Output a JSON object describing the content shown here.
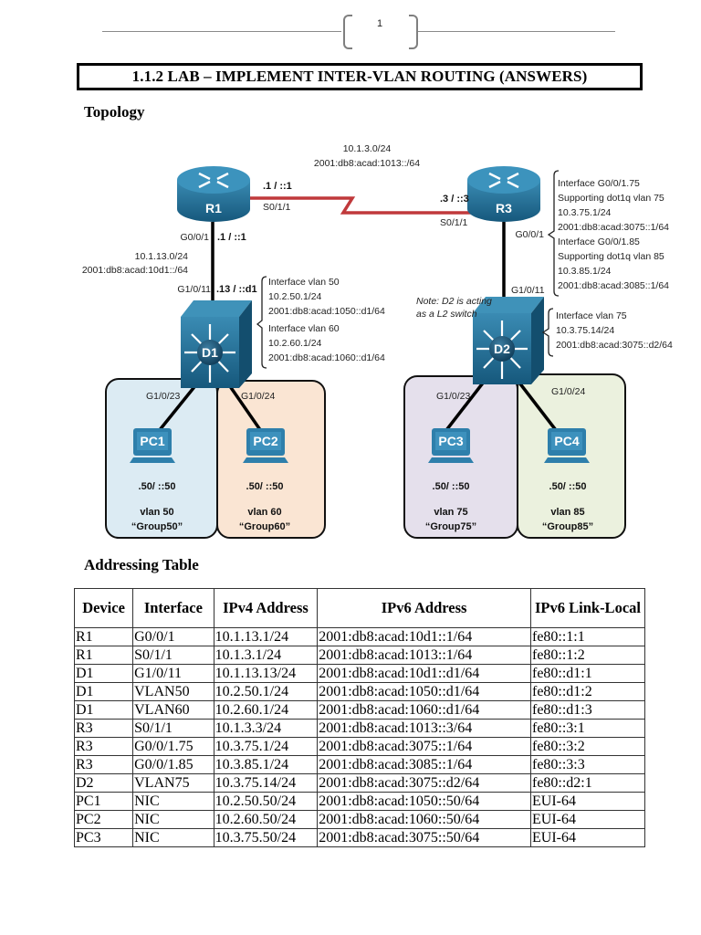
{
  "header": {
    "page_number": "1"
  },
  "title": "1.1.2 LAB – IMPLEMENT INTER-VLAN ROUTING (ANSWERS)",
  "sections": {
    "topology": "Topology",
    "addressing": "Addressing Table"
  },
  "topology": {
    "colors": {
      "device_blue": "#1f6e96",
      "serial_link": "#c0393b",
      "vlan50_bg": "#dcebf3",
      "vlan60_bg": "#fae5d3",
      "vlan75_bg": "#e5e0ec",
      "vlan85_bg": "#ebf1de"
    },
    "devices": {
      "r1": "R1",
      "r3": "R3",
      "d1": "D1",
      "d2": "D2",
      "pc1": "PC1",
      "pc2": "PC2",
      "pc3": "PC3",
      "pc4": "PC4"
    },
    "serial_net": {
      "ipv4": "10.1.3.0/24",
      "ipv6": "2001:db8:acad:1013::/64"
    },
    "r1_d1_net": {
      "ipv4": "10.1.13.0/24",
      "ipv6": "2001:db8:acad:10d1::/64"
    },
    "labels": {
      "r1_s011_addr": ".1 / ::1",
      "r1_s011_port": "S0/1/1",
      "r3_s011_addr": ".3 / ::3",
      "r3_s011_port": "S0/1/1",
      "r1_g001_port": "G0/0/1",
      "r1_g001_addr": ".1 / ::1",
      "d1_g1011_port": "G1/0/11",
      "d1_g1011_addr": ".13 / ::d1",
      "r3_g001_port": "G0/0/1",
      "d2_g1011_port": "G1/0/11",
      "d1_g1023": "G1/0/23",
      "d1_g1024": "G1/0/24",
      "d2_g1023": "G1/0/23",
      "d2_g1024": "G1/0/24",
      "d2_note_1": "Note: D2 is acting",
      "d2_note_2": "as a L2 switch"
    },
    "d1_info": [
      "Interface vlan 50",
      "10.2.50.1/24",
      "2001:db8:acad:1050::d1/64",
      "Interface vlan 60",
      "10.2.60.1/24",
      "2001:db8:acad:1060::d1/64"
    ],
    "r3_info": [
      "Interface G0/0/1.75",
      "Supporting dot1q vlan 75",
      "10.3.75.1/24",
      "2001:db8:acad:3075::1/64",
      "Interface G0/0/1.85",
      "Supporting dot1q vlan 85",
      "10.3.85.1/24",
      "2001:db8:acad:3085::1/64"
    ],
    "d2_info": [
      "Interface vlan 75",
      "10.3.75.14/24",
      "2001:db8:acad:3075::d2/64"
    ],
    "pcs": [
      {
        "addr": ".50/ ::50",
        "vlan": "vlan 50",
        "group": "“Group50”"
      },
      {
        "addr": ".50/ ::50",
        "vlan": "vlan 60",
        "group": "“Group60”"
      },
      {
        "addr": ".50/ ::50",
        "vlan": "vlan 75",
        "group": "“Group75”"
      },
      {
        "addr": ".50/ ::50",
        "vlan": "vlan 85",
        "group": "“Group85”"
      }
    ]
  },
  "table": {
    "headers": [
      "Device",
      "Interface",
      "IPv4 Address",
      "IPv6 Address",
      "IPv6 Link-Local"
    ],
    "rows": [
      [
        "R1",
        "G0/0/1",
        "10.1.13.1/24",
        "2001:db8:acad:10d1::1/64",
        "fe80::1:1"
      ],
      [
        "R1",
        "S0/1/1",
        "10.1.3.1/24",
        "2001:db8:acad:1013::1/64",
        "fe80::1:2"
      ],
      [
        "D1",
        "G1/0/11",
        "10.1.13.13/24",
        "2001:db8:acad:10d1::d1/64",
        "fe80::d1:1"
      ],
      [
        "D1",
        "VLAN50",
        "10.2.50.1/24",
        "2001:db8:acad:1050::d1/64",
        "fe80::d1:2"
      ],
      [
        "D1",
        "VLAN60",
        "10.2.60.1/24",
        "2001:db8:acad:1060::d1/64",
        "fe80::d1:3"
      ],
      [
        "R3",
        "S0/1/1",
        "10.1.3.3/24",
        "2001:db8:acad:1013::3/64",
        "fe80::3:1"
      ],
      [
        "R3",
        "G0/0/1.75",
        "10.3.75.1/24",
        "2001:db8:acad:3075::1/64",
        "fe80::3:2"
      ],
      [
        "R3",
        "G0/0/1.85",
        "10.3.85.1/24",
        "2001:db8:acad:3085::1/64",
        "fe80::3:3"
      ],
      [
        "D2",
        "VLAN75",
        "10.3.75.14/24",
        "2001:db8:acad:3075::d2/64",
        "fe80::d2:1"
      ],
      [
        "PC1",
        "NIC",
        "10.2.50.50/24",
        "2001:db8:acad:1050::50/64",
        "EUI-64"
      ],
      [
        "PC2",
        "NIC",
        "10.2.60.50/24",
        "2001:db8:acad:1060::50/64",
        "EUI-64"
      ],
      [
        "PC3",
        "NIC",
        "10.3.75.50/24",
        "2001:db8:acad:3075::50/64",
        "EUI-64"
      ]
    ]
  }
}
